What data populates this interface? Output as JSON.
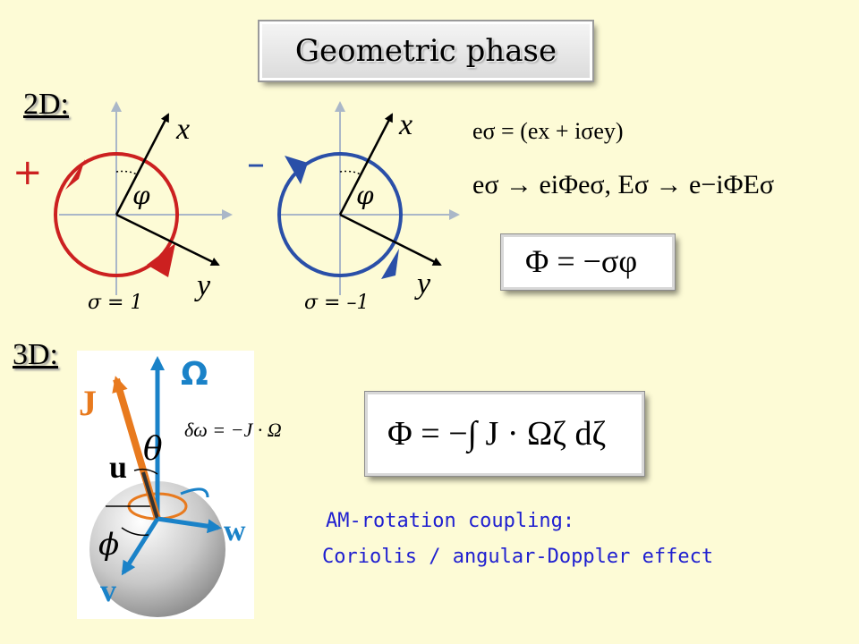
{
  "title": "Geometric phase",
  "sections": {
    "two_d": "2D:",
    "three_d": "3D:"
  },
  "diagram_2d": {
    "left": {
      "sign": "+",
      "sigma_label": "σ = 1",
      "x_label": "x",
      "y_label": "y",
      "angle_label": "φ"
    },
    "right": {
      "sign": "–",
      "sigma_label": "σ = –1",
      "x_label": "x",
      "y_label": "y",
      "angle_label": "φ"
    }
  },
  "equations_2d": {
    "line1": "eσ = (ex + iσey)",
    "line2": "eσ → eiΦeσ,  Eσ → e−iΦEσ",
    "boxed": "Φ = −σφ"
  },
  "diagram_3d": {
    "omega_label": "Ω",
    "j_label": "J",
    "theta_label": "θ",
    "u_label": "u",
    "w_label": "w",
    "phi_label": "ϕ",
    "v_label": "v",
    "delta_omega": "δω = −J · Ω"
  },
  "equation_3d": "Φ = −∫ J · Ωζ dζ",
  "caption": {
    "line1": "AM-rotation coupling:",
    "line2": "Coriolis / angular-Doppler effect"
  },
  "colors": {
    "background": "#fdfbd6",
    "red_loop": "#cc2020",
    "blue_loop": "#2a4fa8",
    "orange": "#e87a1e",
    "blue_vec": "#1a82c8",
    "caption_blue": "#1f1fd0"
  }
}
